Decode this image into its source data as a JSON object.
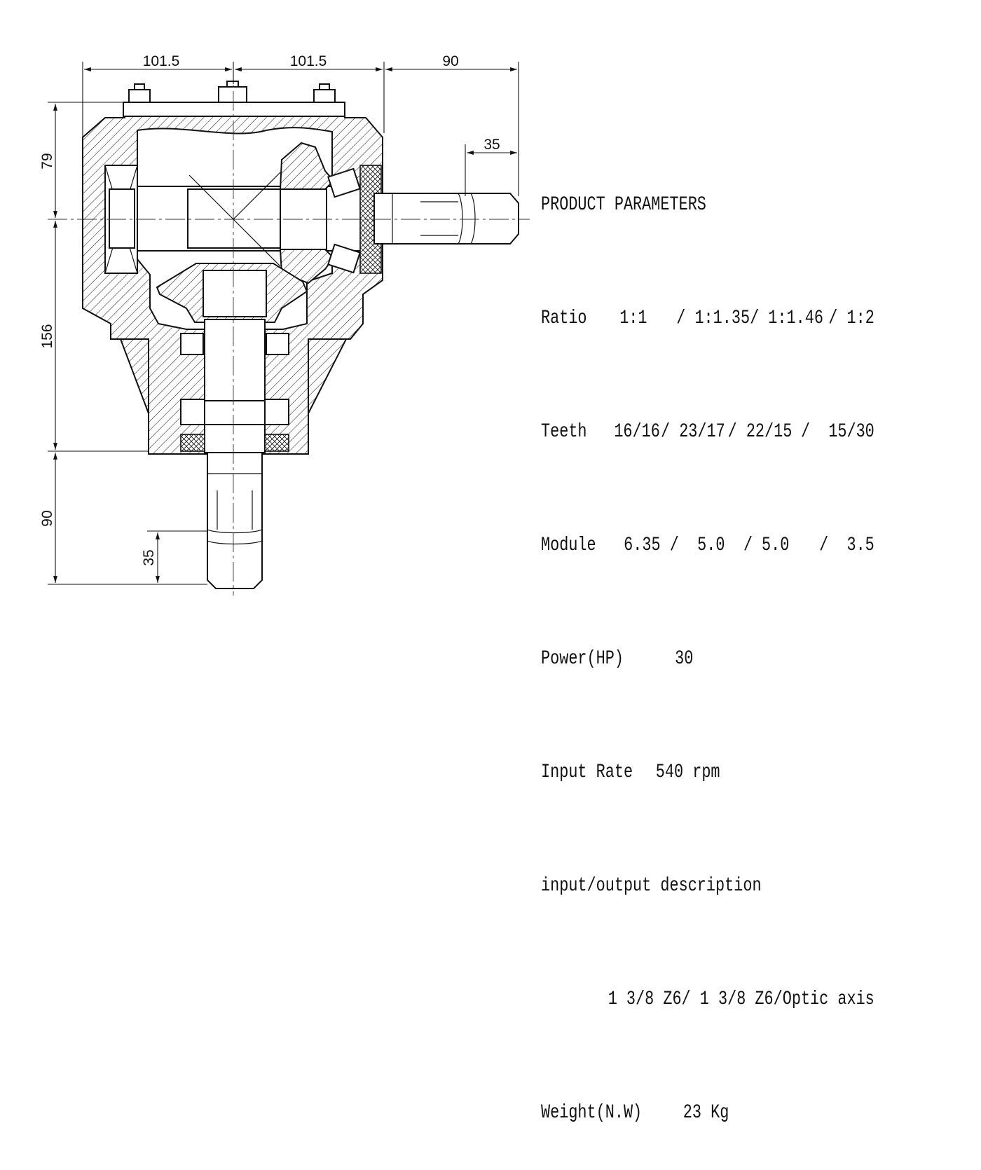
{
  "dimensions": {
    "top_left_width": "101.5",
    "top_right_width": "101.5",
    "shaft_length_right": "90",
    "spline_length_right": "35",
    "upper_height": "79",
    "lower_height": "156",
    "shaft_length_bottom": "90",
    "spline_length_bottom": "35"
  },
  "parameters": {
    "heading": "PRODUCT PARAMETERS",
    "ratio": {
      "label": "Ratio",
      "values": [
        "1:1",
        "/ 1:1.35",
        "/ 1:1.46",
        "/ 1:2"
      ]
    },
    "teeth": {
      "label": "Teeth",
      "values": [
        "16/16",
        "/ 23/17",
        "/ 22/15",
        "/  15/30"
      ]
    },
    "module": {
      "label": "Module",
      "values": [
        "6.35",
        "/  5.0",
        "/ 5.0",
        "/  3.5"
      ]
    },
    "power": {
      "label": "Power(HP)",
      "value": "30"
    },
    "input_rate": {
      "label": "Input Rate",
      "value": "540 rpm"
    },
    "io": {
      "label": "input/output description",
      "values": [
        "1 3/8 Z6",
        "/ 1 3/8 Z6",
        "/Optic axis"
      ]
    },
    "weight": {
      "label": "Weight(N.W)",
      "value": "23 Kg"
    }
  }
}
